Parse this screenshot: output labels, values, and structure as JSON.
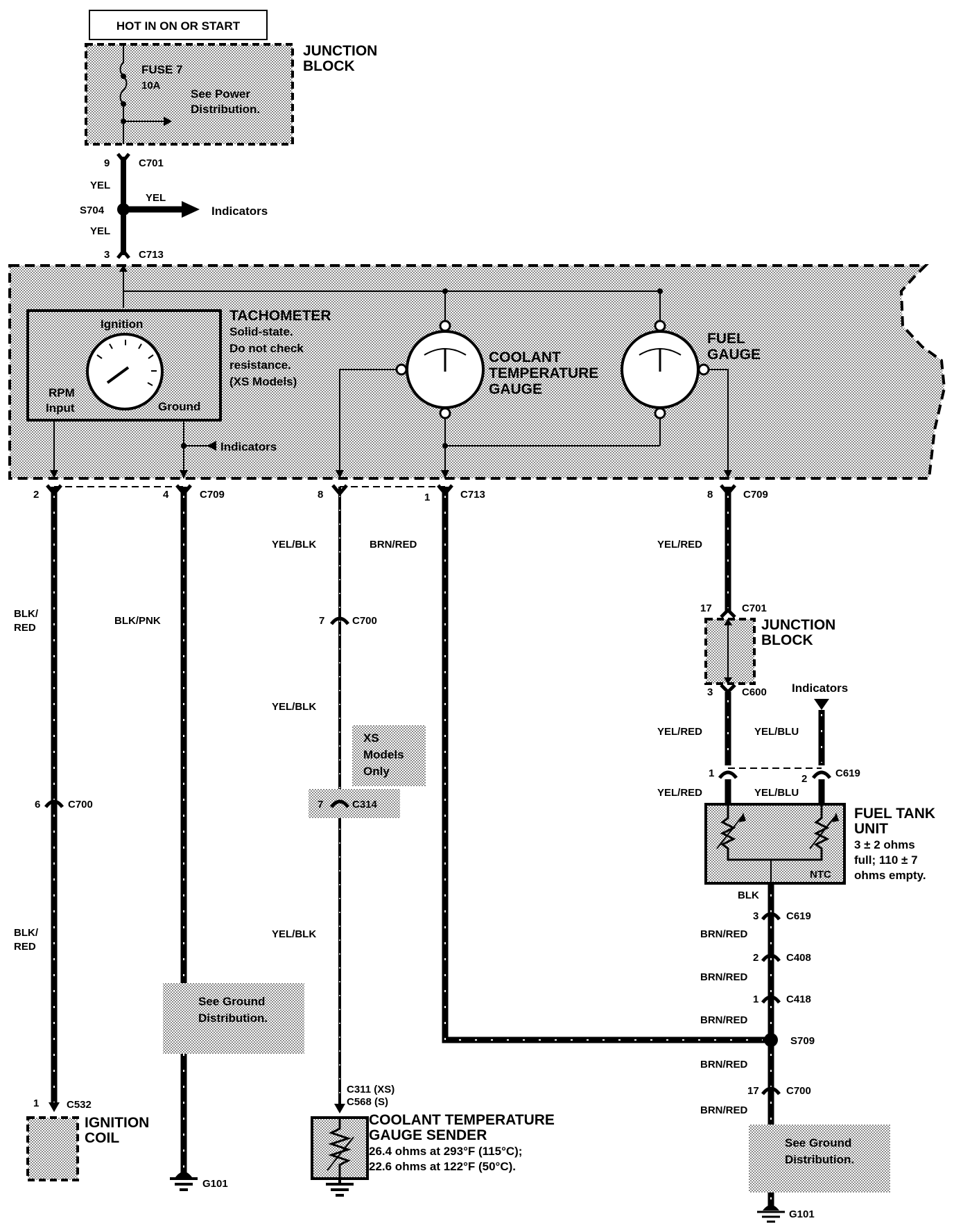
{
  "power": {
    "header": "HOT IN ON OR START",
    "junction_block_top": [
      "JUNCTION",
      "BLOCK"
    ],
    "fuse": "FUSE 7",
    "fuse_rating": "10A",
    "power_ref": [
      "See Power",
      "Distribution."
    ]
  },
  "upper_wires": {
    "c701_pin": "9",
    "c701": "C701",
    "yel_1": "YEL",
    "s704": "S704",
    "yel_branch": "YEL",
    "indicators": "Indicators",
    "yel_2": "YEL",
    "c713_pin": "3",
    "c713": "C713"
  },
  "cluster": {
    "tachometer_title": "TACHOMETER",
    "tachometer_note": [
      "Solid-state.",
      "Do not check",
      "resistance.",
      "(XS Models)"
    ],
    "tach_ignition": "Ignition",
    "tach_rpm": [
      "RPM",
      "Input"
    ],
    "tach_ground": "Ground",
    "indicators_inner": "Indicators",
    "coolant_gauge": [
      "COOLANT",
      "TEMPERATURE",
      "GAUGE"
    ],
    "fuel_gauge": [
      "FUEL",
      "GAUGE"
    ]
  },
  "bottom_pins": {
    "pin2": "2",
    "pin4": "4",
    "c709_left": "C709",
    "pin8_left": "8",
    "pin1": "1",
    "c713_bottom": "C713",
    "pin8_right": "8",
    "c709_right": "C709"
  },
  "circuit_rpm": {
    "color_1": [
      "BLK/",
      "RED"
    ],
    "c700_pin": "6",
    "c700": "C700",
    "color_2": [
      "BLK/",
      "RED"
    ],
    "c532_pin": "1",
    "c532": "C532",
    "ignition_coil": [
      "IGNITION",
      "COIL"
    ]
  },
  "circuit_ground": {
    "color": "BLK/PNK",
    "ground_ref": [
      "See Ground",
      "Distribution."
    ],
    "g101": "G101"
  },
  "circuit_coolant": {
    "color_1": "YEL/BLK",
    "c700_pin": "7",
    "c700": "C700",
    "color_2": "YEL/BLK",
    "xs_note": [
      "XS",
      "Models",
      "Only"
    ],
    "c314_pin": "7",
    "c314": "C314",
    "color_3": "YEL/BLK",
    "c311": "C311 (XS)",
    "c568": "C568 (S)",
    "sender_title": [
      "COOLANT TEMPERATURE",
      "GAUGE SENDER"
    ],
    "sender_spec": [
      "26.4 ohms at 293°F (115°C);",
      "22.6 ohms at 122°F (50°C)."
    ]
  },
  "circuit_brn": {
    "color": "BRN/RED"
  },
  "circuit_fuel": {
    "color_1": "YEL/RED",
    "c701_pin": "17",
    "c701": "C701",
    "junction_block": [
      "JUNCTION",
      "BLOCK"
    ],
    "c600_pin": "3",
    "c600": "C600",
    "indicators": "Indicators",
    "color_2": "YEL/RED",
    "color_blu_1": "YEL/BLU",
    "c619_pin1": "1",
    "c619_pin2": "2",
    "c619": "C619",
    "color_3": "YEL/RED",
    "color_blu_2": "YEL/BLU",
    "tank_unit": [
      "FUEL TANK",
      "UNIT"
    ],
    "tank_spec": [
      "3 ± 2 ohms",
      "full; 110 ± 7",
      "ohms empty."
    ],
    "ntc": "NTC",
    "blk": "BLK",
    "c619b_pin": "3",
    "c619b": "C619",
    "brn_1": "BRN/RED",
    "c408_pin": "2",
    "c408": "C408",
    "brn_2": "BRN/RED",
    "c418_pin": "1",
    "c418": "C418",
    "brn_3": "BRN/RED",
    "s709": "S709",
    "brn_4": "BRN/RED",
    "c700_pin": "17",
    "c700": "C700",
    "brn_5": "BRN/RED",
    "ground_ref": [
      "See Ground",
      "Distribution."
    ],
    "g101": "G101"
  }
}
